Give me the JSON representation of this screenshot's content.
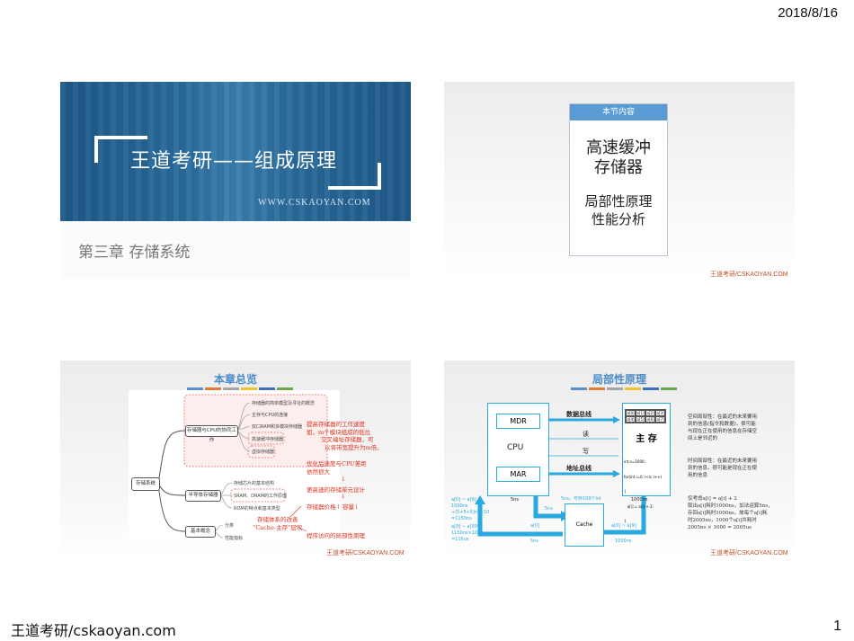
{
  "header": {
    "date": "2018/8/16"
  },
  "footer": {
    "left": "王道考研/cskaoyan.com",
    "page": "1"
  },
  "colors": {
    "accent_blue": "#29a9e0",
    "title_blue": "#4a8ac6",
    "red": "#e0301e",
    "banner": "#1f5a8a",
    "bars": [
      "#5b8fc7",
      "#e07b39",
      "#a5a5a5",
      "#f2c12e",
      "#3e6fb8",
      "#6aa84f"
    ]
  },
  "slide1": {
    "title": "王道考研——组成原理",
    "url": "WWW.CSKAOYAN.COM",
    "chapter": "第三章  存储系统"
  },
  "slide2": {
    "card_header": "本节内容",
    "main_topic_line1": "高速缓冲",
    "main_topic_line2": "存储器",
    "sub_topic_line1": "局部性原理",
    "sub_topic_line2": "性能分析",
    "watermark": "王道考研/CSKAOYAN.COM"
  },
  "slide3": {
    "title": "本章总览",
    "root": "存储系统",
    "branch1": {
      "label": "存储器与CPU的协同工作",
      "leaves": [
        "存储器的简单模型及寻址的概念",
        "主存与CPU的连接",
        "双口RAM和多模块存储器",
        "高速缓冲存储器",
        "虚拟存储器"
      ]
    },
    "branch2": {
      "label": "半导体存储器",
      "leaves": [
        "存储芯片的基本结构",
        "SRAM、DRAM的工作原理",
        "ROM的特点和基本类型"
      ]
    },
    "branch3": {
      "label": "基本概念",
      "leaves": [
        "分类",
        "性能指标"
      ]
    },
    "notes": {
      "n1": "提高存储器的工作速度",
      "n2": "如，m个模块组成的低位",
      "n3": "交叉编址存储器，可",
      "n4": "以将带宽提升为m倍。",
      "n5": "优化后速度与CPU差距",
      "n6": "依然很大",
      "n7": "更高速的存储单元设计",
      "n8": "存储器价格↑ 容量↓",
      "n9": "存储体系的改善",
      "n10": "“Cache-主存”层次",
      "n11": "程序访问的局部性原理"
    },
    "arrow_down": "↓",
    "watermark": "王道考研/CSKAOYAN.COM"
  },
  "slide4": {
    "title": "局部性原理",
    "cpu": "CPU",
    "mdr": "MDR",
    "mar": "MAR",
    "data_bus": "数据总线",
    "read": "读",
    "write": "写",
    "addr_bus": "地址总线",
    "memory": "主 存",
    "mem_cells": [
      "a[0]",
      "a[1]",
      "a[2]",
      "a[3]",
      "a[4]",
      "a[5]",
      "a[6]",
      "a[7]"
    ],
    "code": [
      "int n=1000;",
      "for(int i=0; i<n; i++)",
      "{",
      "   a[i] = a[i] + 2;",
      "}"
    ],
    "cache": "Cache",
    "labels": {
      "cpu_5ns": "5ns",
      "cache_cap": "5ns，可存100个int",
      "mem_1000ns": "1000ns",
      "to_cache_5ns": "5ns",
      "a0": "a[0]",
      "a0_5ns": "5ns",
      "a0_a9": "a[0] ~ a[9]",
      "a0_a9_1000ns": "1000ns"
    },
    "left_calc": [
      "a[0] ~ a[9]",
      "1000ns",
      "+(5+5+5)ns×10",
      "=1150ns",
      "a[0] ~ a[999]",
      "1150ns×100",
      "=115us"
    ],
    "spatial": [
      "空间局部性：在最近的未来要用",
      "到的信息(指令和数据)，很可能",
      "与现在正在使用的信息在存储空",
      "间上是邻近的"
    ],
    "temporal": [
      "时间局部性：在最近的未来要用",
      "到的信息，很可能是现在正在使",
      "用的信息"
    ],
    "analysis": [
      "仅考虑a[i] = a[i] + 2",
      "取出a[i]耗时1000ns，加法运算5ns，",
      "存回a[i]耗时1000ns，故每个a[i]耗",
      "时2005ns，1000个a[i]共耗时",
      "2005ns × 1000 = 2005us"
    ],
    "watermark": "王道考研/CSKAOYAN.COM"
  }
}
